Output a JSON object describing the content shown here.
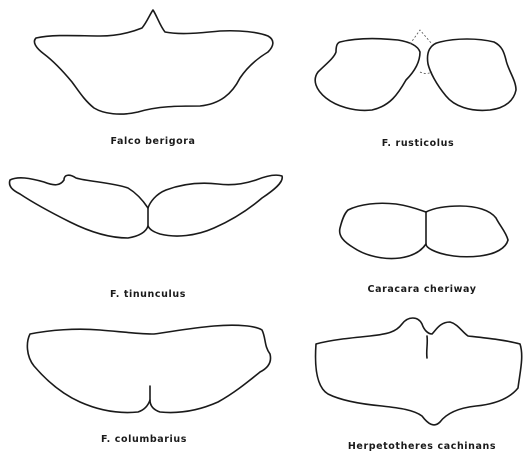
{
  "figure": {
    "specimens": [
      {
        "id": "falco-berigora",
        "caption": "Falco berigora"
      },
      {
        "id": "f-rusticolus",
        "caption": "F. rusticolus"
      },
      {
        "id": "f-tinunculus",
        "caption": "F. tinunculus"
      },
      {
        "id": "caracara-cheriway",
        "caption": "Caracara cheriway"
      },
      {
        "id": "f-columbarius",
        "caption": "F. columbarius"
      },
      {
        "id": "herpetotheres-cachinans",
        "caption": "Herpetotheres cachinans"
      }
    ]
  }
}
